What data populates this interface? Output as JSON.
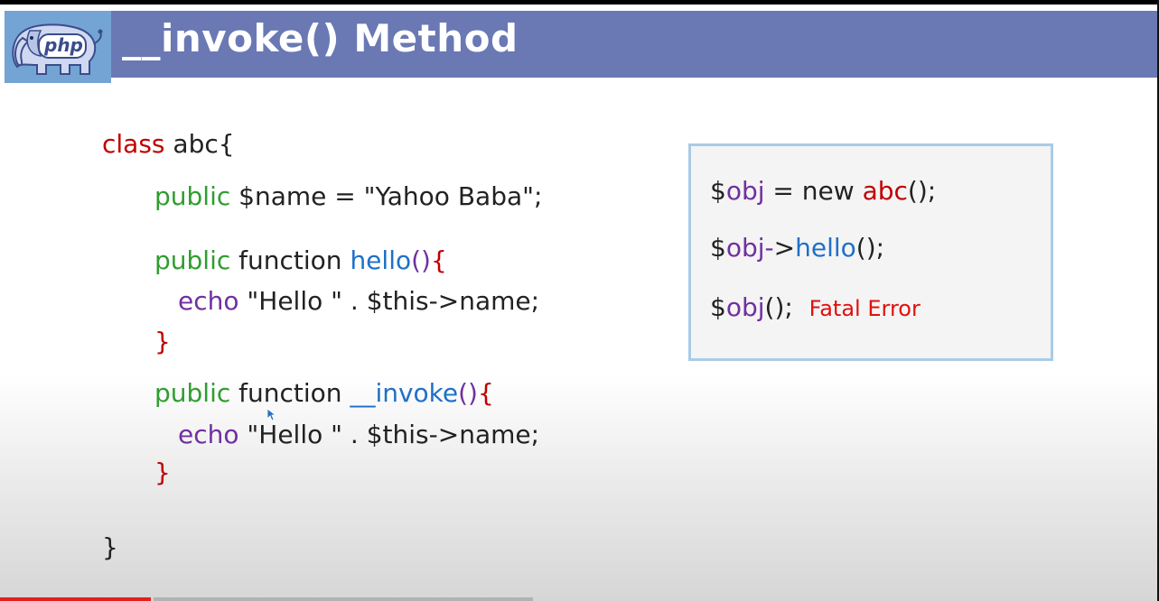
{
  "slide": {
    "title": "__invoke() Method",
    "logo_text": "php"
  },
  "code": {
    "class_kw": "class",
    "class_name": " abc{",
    "l2_kw": "public",
    "l2_rest": " $name = \"Yahoo Baba\";",
    "l3_kw": "public",
    "l3_fn": " function ",
    "l3_name": "hello",
    "l3_parens": "()",
    "l3_brace": "{",
    "l4_kw": "echo",
    "l4_rest": " \"Hello \" . $this->name;",
    "l5_brace": "}",
    "l6_kw": "public",
    "l6_fn": " function ",
    "l6_name": "__invoke",
    "l6_parens": "()",
    "l6_brace": "{",
    "l7_kw": "echo",
    "l7_rest": " \"Hello \" . $this->name;",
    "l8_brace": "}",
    "l9_brace": "}"
  },
  "output": {
    "l1_dollar": "$",
    "l1_obj": "obj",
    "l1_mid": " = new ",
    "l1_class": "abc",
    "l1_end": "();",
    "l2_dollar": "$",
    "l2_obj": "obj-",
    "l2_arrow": ">",
    "l2_method": "hello",
    "l2_end": "();",
    "l3_dollar": "$",
    "l3_obj": "obj",
    "l3_end": "();",
    "l3_error": "Fatal Error"
  },
  "video": {
    "progress_fraction": 0.13
  },
  "colors": {
    "title_bar": "#6a78b3",
    "logo_bg": "#74a4d4",
    "keyword_red": "#c00000",
    "keyword_green": "#2e9e2e",
    "keyword_purple": "#7030a0",
    "keyword_blue": "#1f70c8",
    "error_red": "#e01010",
    "box_border": "#a9cbe6",
    "progress": "#e41e1e"
  }
}
